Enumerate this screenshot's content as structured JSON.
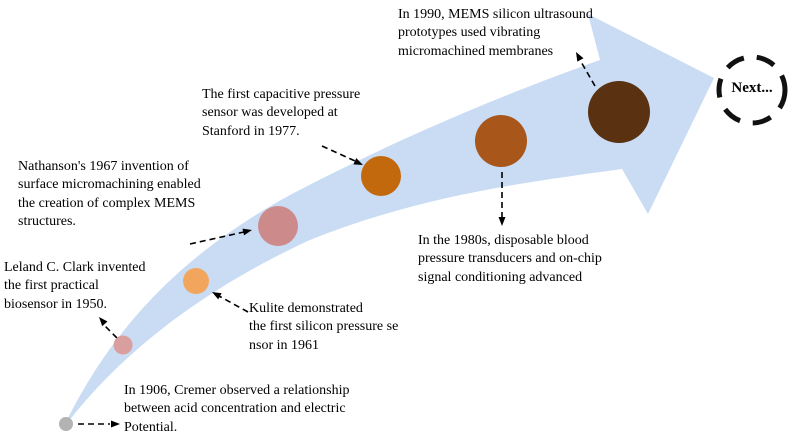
{
  "timeline": {
    "arrow_fill": "#c9dcf4",
    "connector_color": "#000000",
    "next_border_color": "#111111",
    "next_label": "Next...",
    "milestones": [
      {
        "id": "1906-cremer",
        "dot_color": "#b3b3b3",
        "lines": [
          "In 1906, Cremer observed a relationship",
          "between acid concentration and electric",
          "Potential."
        ]
      },
      {
        "id": "1950-clark",
        "dot_color": "#d99f9f",
        "lines": [
          "Leland C. Clark invented",
          "the first practical",
          "biosensor in 1950."
        ]
      },
      {
        "id": "1961-kulite",
        "dot_color": "#f2a55d",
        "lines": [
          "Kulite demonstrated",
          "the first silicon pressure se",
          "nsor in 1961"
        ]
      },
      {
        "id": "1967-nathanson",
        "dot_color": "#cd8a8a",
        "lines": [
          "Nathanson's 1967 invention of",
          "surface micromachining enabled",
          "the creation of complex MEMS",
          "structures."
        ]
      },
      {
        "id": "1977-stanford",
        "dot_color": "#c2690e",
        "lines": [
          "The first capacitive pressure",
          "sensor was developed at",
          "Stanford in 1977."
        ]
      },
      {
        "id": "1980s-transducers",
        "dot_color": "#a8561a",
        "lines": [
          "In the 1980s, disposable blood",
          "pressure transducers and on-chip",
          "signal conditioning advanced"
        ]
      },
      {
        "id": "1990-ultrasound",
        "dot_color": "#5b3211",
        "lines": [
          "In 1990, MEMS silicon ultrasound",
          "prototypes used vibrating",
          "micromachined membranes"
        ]
      }
    ]
  }
}
